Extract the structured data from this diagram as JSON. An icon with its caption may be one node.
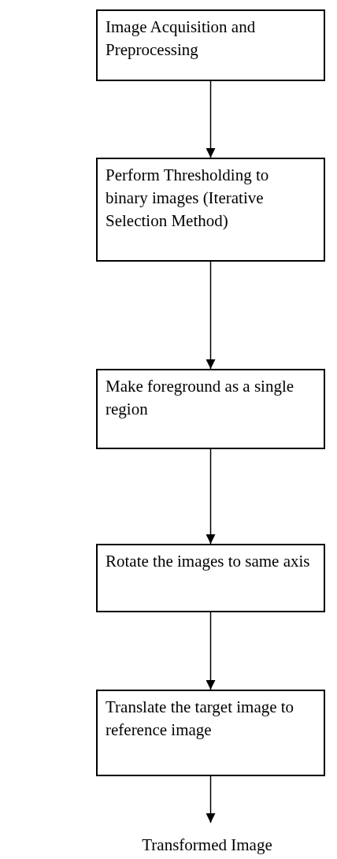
{
  "diagram": {
    "nodes": [
      {
        "text": [
          "Image Acquisition and Preprocessing"
        ]
      },
      {
        "text": [
          "Perform Thresholding to binary images (Iterative Selection Method)"
        ]
      },
      {
        "text": [
          "Make foreground as a single region"
        ]
      },
      {
        "text": [
          "Rotate the images to same axis"
        ]
      },
      {
        "text": [
          "Translate the target image to reference image"
        ]
      },
      {
        "text": [
          "Transformed Image"
        ]
      }
    ],
    "edges": [
      {
        "from": 0,
        "to": 1,
        "arrow": "to"
      },
      {
        "from": 1,
        "to": 2,
        "arrow": "to"
      },
      {
        "from": 2,
        "to": 3,
        "arrow": "to"
      },
      {
        "from": 3,
        "to": 4,
        "arrow": "to"
      },
      {
        "from": 4,
        "to": 5,
        "arrow": "to"
      }
    ]
  }
}
